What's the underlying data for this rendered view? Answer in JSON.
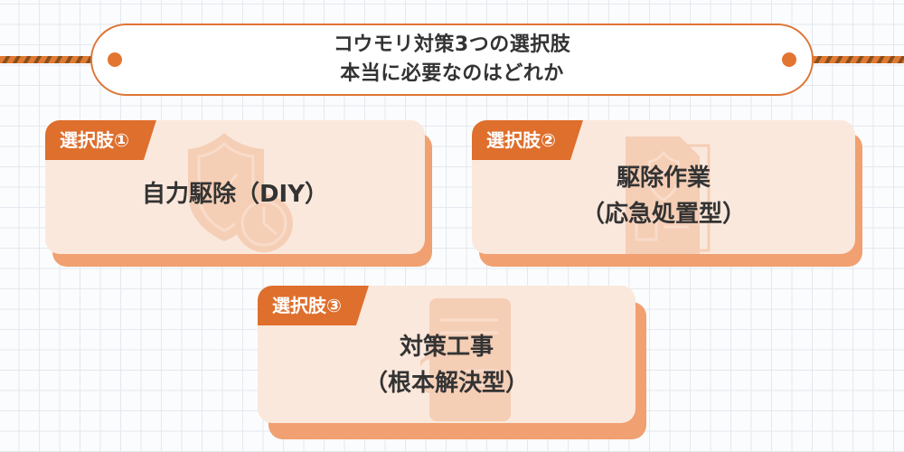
{
  "header": {
    "title_line1": "コウモリ対策3つの選択肢",
    "title_line2": "本当に必要なのはどれか"
  },
  "options": [
    {
      "label": "選択肢①",
      "title_line1": "自力駆除（DIY）",
      "title_line2": "",
      "icon": "shield-clock-icon"
    },
    {
      "label": "選択肢②",
      "title_line1": "駆除作業",
      "title_line2": "（応急処置型）",
      "icon": "document-shield-icon"
    },
    {
      "label": "選択肢③",
      "title_line1": "対策工事",
      "title_line2": "（根本解決型）",
      "icon": "document-list-icon"
    }
  ],
  "colors": {
    "accent": "#de6f2d",
    "card_fill": "#fbe8dc",
    "card_shadow": "#f0a071",
    "pill_border": "#de7535",
    "text": "#333333",
    "grid": "#e3e9f0"
  }
}
